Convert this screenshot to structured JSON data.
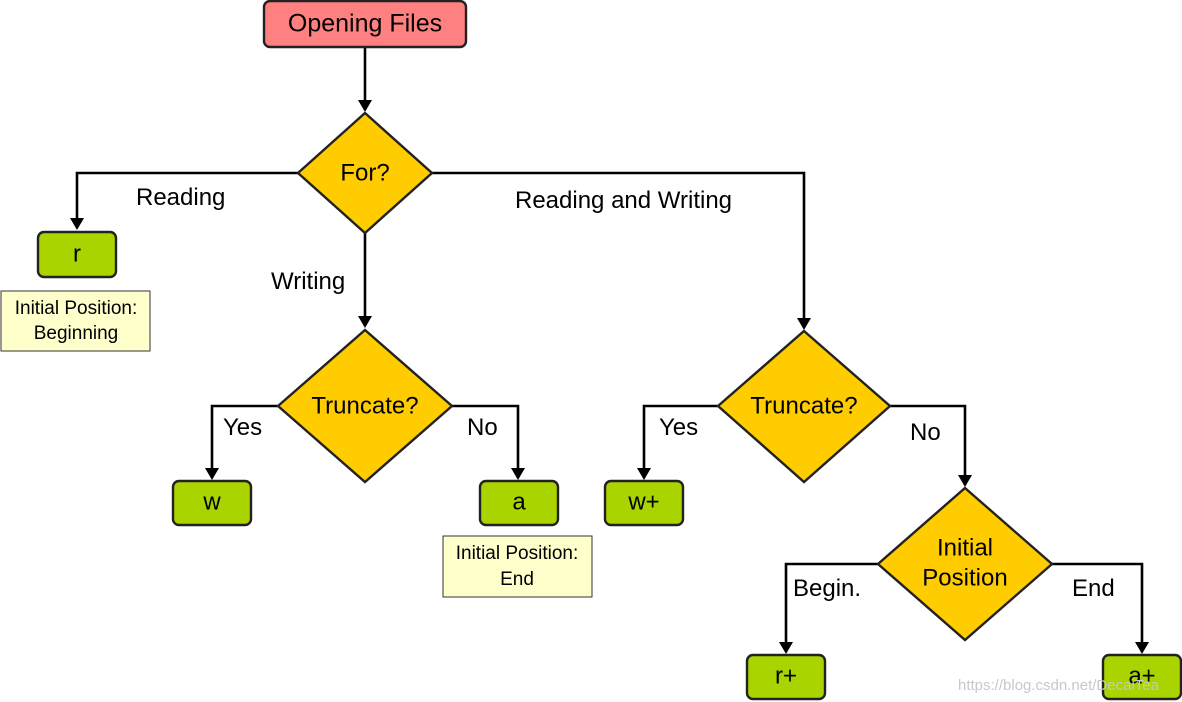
{
  "diagram": {
    "start": "Opening Files",
    "decision_for": "For?",
    "decision_truncate_write": "Truncate?",
    "decision_truncate_rw": "Truncate?",
    "decision_initial_position_line1": "Initial",
    "decision_initial_position_line2": "Position",
    "mode_r": "r",
    "mode_w": "w",
    "mode_a": "a",
    "mode_w_plus": "w+",
    "mode_r_plus": "r+",
    "mode_a_plus": "a+",
    "note_r_line1": "Initial Position:",
    "note_r_line2": "Beginning",
    "note_a_line1": "Initial Position:",
    "note_a_line2": "End",
    "label_reading": "Reading",
    "label_writing": "Writing",
    "label_reading_and_writing": "Reading and Writing",
    "label_yes_left": "Yes",
    "label_no_left": "No",
    "label_yes_right": "Yes",
    "label_no_right": "No",
    "label_begin": "Begin.",
    "label_end": "End",
    "watermark": "https://blog.csdn.net/DecaiTea"
  },
  "colors": {
    "start_fill": "#ff8080",
    "decision_fill": "#ffcc00",
    "mode_fill": "#aad400",
    "note_fill": "#ffffcc"
  }
}
